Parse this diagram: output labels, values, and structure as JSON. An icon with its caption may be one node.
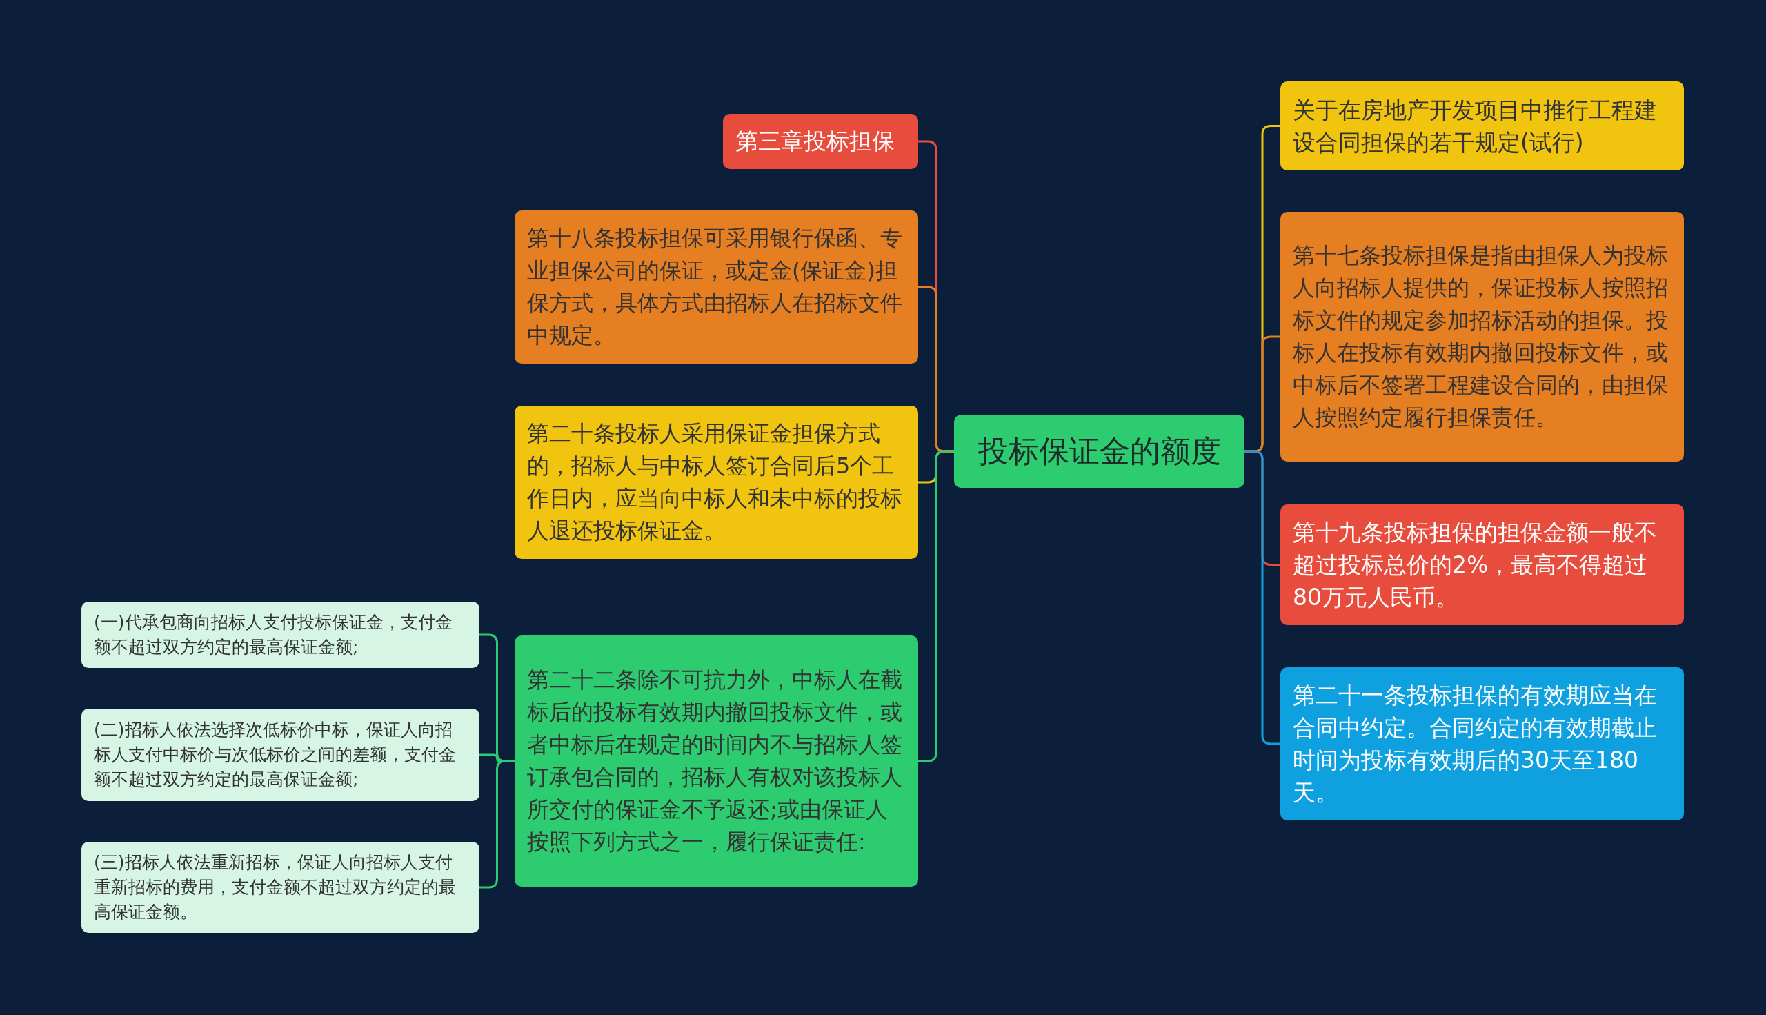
{
  "diagram": {
    "nodes": [
      {
        "text": [
          "投标保证金的额度"
        ]
      },
      {
        "text": [
          "第三章投标担保"
        ]
      },
      {
        "text": [
          "第十八条投标担保可采用银行保函、专业担保公司的保证，或定金(保证金)担保方式，具体方式由招标人在招标文件中规定。"
        ]
      },
      {
        "text": [
          "第二十条投标人采用保证金担保方式的，招标人与中标人签订合同后5个工作日内，应当向中标人和未中标的投标人退还投标保证金。"
        ]
      },
      {
        "text": [
          "第二十二条除不可抗力外，中标人在截标后的投标有效期内撤回投标文件，或者中标后在规定的时间内不与招标人签订承包合同的，招标人有权对该投标人所交付的保证金不予返还;或由保证人按照下列方式之一，履行保证责任:"
        ]
      },
      {
        "text": [
          "(一)代承包商向招标人支付投标保证金，支付金额不超过双方约定的最高保证金额;"
        ]
      },
      {
        "text": [
          "(二)招标人依法选择次低标价中标，保证人向招标人支付中标价与次低标价之间的差额，支付金额不超过双方约定的最高保证金额;"
        ]
      },
      {
        "text": [
          "(三)招标人依法重新招标，保证人向招标人支付重新招标的费用，支付金额不超过双方约定的最高保证金额。"
        ]
      },
      {
        "text": [
          "关于在房地产开发项目中推行工程建设合同担保的若干规定(试行)"
        ]
      },
      {
        "text": [
          "第十七条投标担保是指由担保人为投标人向招标人提供的，保证投标人按照招标文件的规定参加招标活动的担保。投标人在投标有效期内撤回投标文件，或中标后不签署工程建设合同的，由担保人按照约定履行担保责任。"
        ]
      },
      {
        "text": [
          "第十九条投标担保的担保金额一般不超过投标总价的2%，最高不得超过80万元人民币。"
        ]
      },
      {
        "text": [
          "第二十一条投标担保的有效期应当在合同中约定。合同约定的有效期截止时间为投标有效期后的30天至180天。"
        ]
      }
    ],
    "edges": [
      {
        "from": 0,
        "to": 1,
        "arrow": "none",
        "color": "#e74c3c"
      },
      {
        "from": 0,
        "to": 2,
        "arrow": "none",
        "color": "#e67e22"
      },
      {
        "from": 0,
        "to": 3,
        "arrow": "none",
        "color": "#f1c40f"
      },
      {
        "from": 0,
        "to": 4,
        "arrow": "none",
        "color": "#2ecc71"
      },
      {
        "from": 4,
        "to": 5,
        "arrow": "none",
        "color": "#2ecc71"
      },
      {
        "from": 4,
        "to": 6,
        "arrow": "none",
        "color": "#2ecc71"
      },
      {
        "from": 4,
        "to": 7,
        "arrow": "none",
        "color": "#2ecc71"
      },
      {
        "from": 0,
        "to": 8,
        "arrow": "none",
        "color": "#f1c40f"
      },
      {
        "from": 0,
        "to": 9,
        "arrow": "none",
        "color": "#e67e22"
      },
      {
        "from": 0,
        "to": 10,
        "arrow": "none",
        "color": "#e74c3c"
      },
      {
        "from": 0,
        "to": 11,
        "arrow": "none",
        "color": "#0fa0e0"
      }
    ]
  }
}
